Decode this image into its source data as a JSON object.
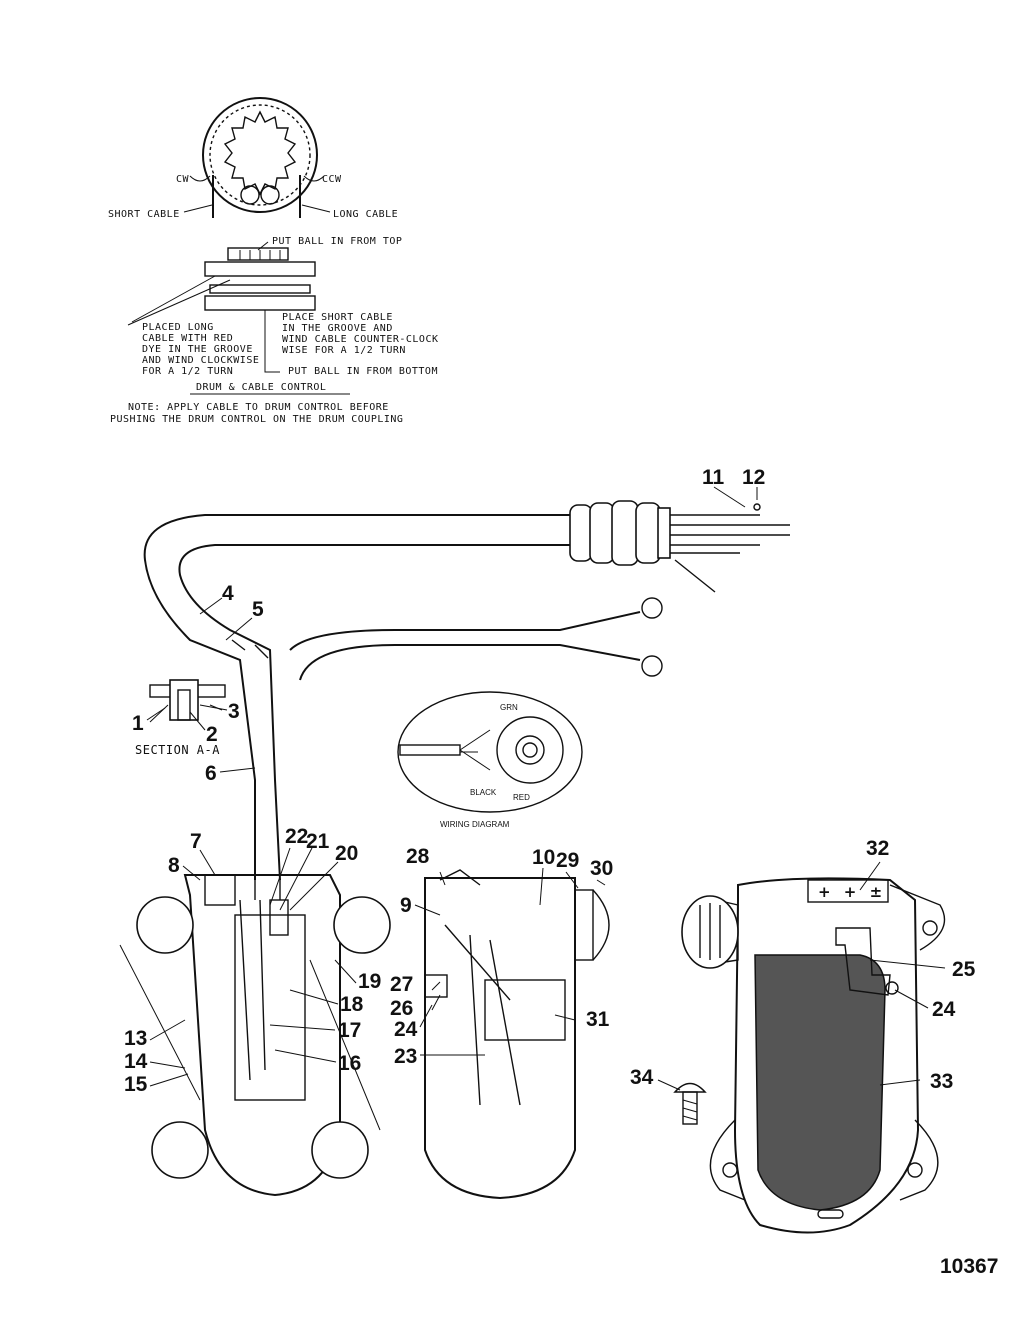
{
  "drum_detail": {
    "cw": "CW",
    "ccw": "CCW",
    "short_cable": "SHORT CABLE",
    "long_cable": "LONG CABLE",
    "ball_top": "PUT BALL IN FROM TOP",
    "long_note": [
      "PLACED LONG",
      "CABLE WITH RED",
      "DYE IN THE GROOVE",
      "AND WIND CLOCKWISE",
      "FOR A 1/2 TURN"
    ],
    "short_note": [
      "PLACE SHORT CABLE",
      "IN THE GROOVE AND",
      "WIND CABLE COUNTER-CLOCK",
      "WISE FOR A 1/2 TURN"
    ],
    "ball_bottom": "PUT BALL IN FROM BOTTOM",
    "title": "DRUM & CABLE CONTROL",
    "note": [
      "NOTE: APPLY CABLE TO DRUM CONTROL BEFORE",
      "PUSHING THE DRUM CONTROL ON THE DRUM COUPLING"
    ]
  },
  "section_label": "SECTION A-A",
  "wiring": {
    "title": "WIRING DIAGRAM",
    "grn": "GRN",
    "black": "BLACK",
    "red": "RED"
  },
  "pedal_symbols": "+ + ±",
  "callouts": [
    "1",
    "2",
    "3",
    "4",
    "5",
    "6",
    "7",
    "8",
    "9",
    "10",
    "11",
    "12",
    "13",
    "14",
    "15",
    "16",
    "17",
    "18",
    "19",
    "20",
    "21",
    "22",
    "23",
    "24",
    "24",
    "25",
    "26",
    "27",
    "28",
    "29",
    "30",
    "31",
    "32",
    "33",
    "34"
  ],
  "figure_number": "10367"
}
